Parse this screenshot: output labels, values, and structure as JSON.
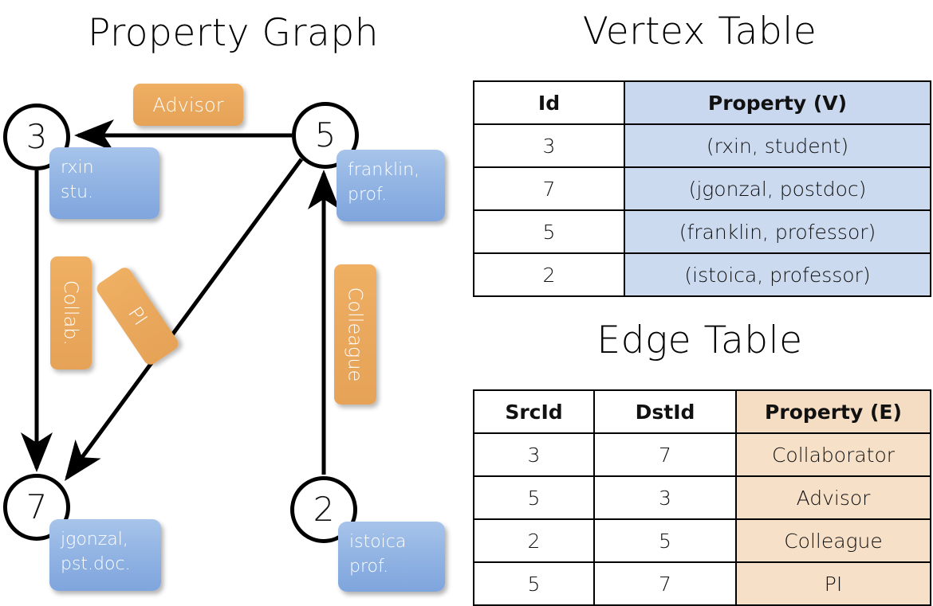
{
  "titles": {
    "property_graph": "Property Graph",
    "vertex_table": "Vertex Table",
    "edge_table": "Edge Table"
  },
  "graph": {
    "nodes": [
      {
        "id": "3",
        "name": "rxin",
        "role": "stu.",
        "box_line1": "rxin",
        "box_line2": "stu."
      },
      {
        "id": "5",
        "name": "franklin",
        "role": "prof.",
        "box_line1": "franklin,",
        "box_line2": "prof."
      },
      {
        "id": "7",
        "name": "jgonzal",
        "role": "pst.doc.",
        "box_line1": "jgonzal,",
        "box_line2": "pst.doc."
      },
      {
        "id": "2",
        "name": "istoica",
        "role": "prof.",
        "box_line1": "istoica",
        "box_line2": "prof."
      }
    ],
    "edge_labels": [
      {
        "key": "advisor",
        "text": "Advisor",
        "from": "5",
        "to": "3"
      },
      {
        "key": "collab",
        "text": "Collab.",
        "from": "3",
        "to": "7"
      },
      {
        "key": "pi",
        "text": "PI",
        "from": "5",
        "to": "7"
      },
      {
        "key": "colleague",
        "text": "Colleague",
        "from": "2",
        "to": "5"
      }
    ]
  },
  "vertex_table": {
    "columns": [
      "Id",
      "Property (V)"
    ],
    "rows": [
      {
        "id": "3",
        "property": "(rxin, student)"
      },
      {
        "id": "7",
        "property": "(jgonzal, postdoc)"
      },
      {
        "id": "5",
        "property": "(franklin, professor)"
      },
      {
        "id": "2",
        "property": "(istoica, professor)"
      }
    ]
  },
  "edge_table": {
    "columns": [
      "SrcId",
      "DstId",
      "Property (E)"
    ],
    "rows": [
      {
        "src": "3",
        "dst": "7",
        "property": "Collaborator"
      },
      {
        "src": "5",
        "dst": "3",
        "property": "Advisor"
      },
      {
        "src": "2",
        "dst": "5",
        "property": "Colleague"
      },
      {
        "src": "5",
        "dst": "7",
        "property": "PI"
      }
    ]
  },
  "colors": {
    "vertex_property_fill": "#ccdaef",
    "edge_property_fill": "#f7e0c8",
    "vertex_box_fill": "#93b5e4",
    "edge_label_fill": "#eaa95e",
    "stroke": "#000000",
    "background": "#ffffff"
  }
}
